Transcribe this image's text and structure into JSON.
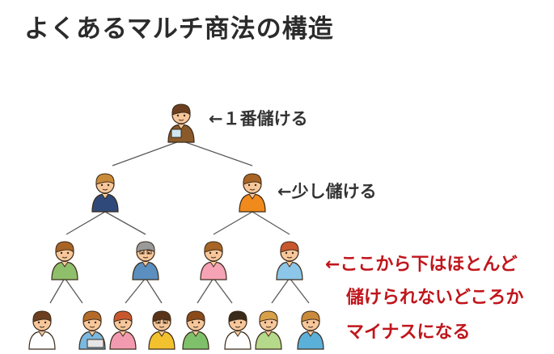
{
  "title": "よくあるマルチ商法の構造",
  "annotations": {
    "level1": "←１番儲ける",
    "level2": "←少し儲ける",
    "lower_line1": "←ここから下はほとんど",
    "lower_line2": "儲けられないどころか",
    "lower_line3": "マイナスになる"
  },
  "colors": {
    "line": "#5a5a5a",
    "skin": "#f7c79b",
    "outline": "#3a2a1a",
    "highlight_text": "#c0151b",
    "normal_text": "#333333"
  },
  "people": [
    {
      "level": 1,
      "hair": "#6b3f1f",
      "shirt": "#8a5a2b",
      "icon": "man-reading-book-icon"
    },
    {
      "level": 2,
      "hair": "#c98a3a",
      "shirt": "#2f4a7a",
      "icon": "woman-icon"
    },
    {
      "level": 2,
      "hair": "#a86424",
      "shirt": "#f08a1c",
      "icon": "man-icon"
    },
    {
      "level": 3,
      "hair": "#a86424",
      "shirt": "#8fbf6a",
      "icon": "woman-icon"
    },
    {
      "level": 3,
      "hair": "#9a9a9a",
      "shirt": "#5b8fbf",
      "icon": "old-man-icon"
    },
    {
      "level": 3,
      "hair": "#a86424",
      "shirt": "#f5a3b5",
      "icon": "woman-icon"
    },
    {
      "level": 3,
      "hair": "#c9572e",
      "shirt": "#8cc6e8",
      "icon": "woman-icon"
    },
    {
      "level": 4,
      "hair": "#6b3f1f",
      "shirt": "#ffffff",
      "icon": "karate-man-icon"
    },
    {
      "level": 4,
      "hair": "#b56a2a",
      "shirt": "#7ab9e0",
      "icon": "woman-laptop-icon"
    },
    {
      "level": 4,
      "hair": "#c9572e",
      "shirt": "#f29ab0",
      "icon": "woman-icon"
    },
    {
      "level": 4,
      "hair": "#5a3418",
      "shirt": "#f2c12e",
      "icon": "man-glasses-icon"
    },
    {
      "level": 4,
      "hair": "#8a4a1a",
      "shirt": "#7fc06a",
      "icon": "woman-icon"
    },
    {
      "level": 4,
      "hair": "#3a2a1a",
      "shirt": "#ffffff",
      "icon": "doctor-icon"
    },
    {
      "level": 4,
      "hair": "#d9a04a",
      "shirt": "#b5d98a",
      "icon": "woman-icon"
    },
    {
      "level": 4,
      "hair": "#c98a3a",
      "shirt": "#5bb0d9",
      "icon": "woman-icon"
    }
  ]
}
